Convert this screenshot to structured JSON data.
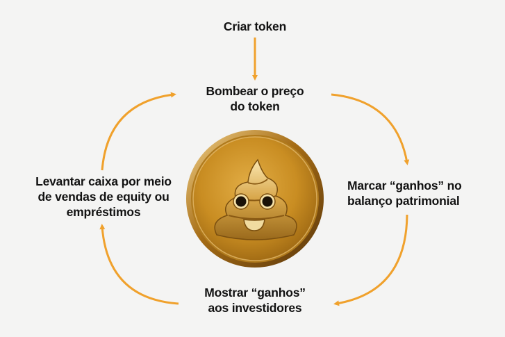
{
  "diagram": {
    "type": "cycle",
    "accent_color": "#f0a12c",
    "text_color": "#121212",
    "background_color": "#f4f4f3",
    "entry_step": {
      "id": "create",
      "lines": [
        "Criar token"
      ]
    },
    "cycle_steps": [
      {
        "id": "pump",
        "lines": [
          "Bombear o preço",
          "do token"
        ]
      },
      {
        "id": "mark",
        "lines": [
          "Marcar “ganhos” no",
          "balanço patrimonial"
        ]
      },
      {
        "id": "show",
        "lines": [
          "Mostrar “ganhos”",
          "aos investidores"
        ]
      },
      {
        "id": "raise",
        "lines": [
          "Levantar caixa por meio",
          "de vendas de equity ou",
          "empréstimos"
        ]
      }
    ],
    "arrows": [
      {
        "from": "create",
        "to": "pump"
      },
      {
        "from": "pump",
        "to": "mark"
      },
      {
        "from": "mark",
        "to": "show"
      },
      {
        "from": "show",
        "to": "raise"
      },
      {
        "from": "raise",
        "to": "pump"
      }
    ],
    "center_image": {
      "icon": "gold-coin-poop-emoji-icon",
      "description": "Gold coin embossed with smiling poop emoji"
    }
  }
}
